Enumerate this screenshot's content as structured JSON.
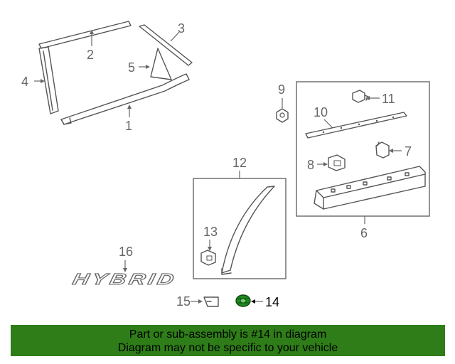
{
  "callouts": {
    "c1": "1",
    "c2": "2",
    "c3": "3",
    "c4": "4",
    "c5": "5",
    "c6": "6",
    "c7": "7",
    "c8": "8",
    "c9": "9",
    "c10": "10",
    "c11": "11",
    "c12": "12",
    "c13": "13",
    "c14": "14",
    "c15": "15",
    "c16": "16"
  },
  "emblem_text": "HYBRID",
  "highlight_part": "14",
  "colors": {
    "banner_bg": "#2e7d18",
    "highlight": "#1f8a1f",
    "line": "#555555"
  },
  "banner": {
    "line1": "Part or sub-assembly is #14 in diagram",
    "line2": "Diagram may not be specific to your vehicle"
  }
}
